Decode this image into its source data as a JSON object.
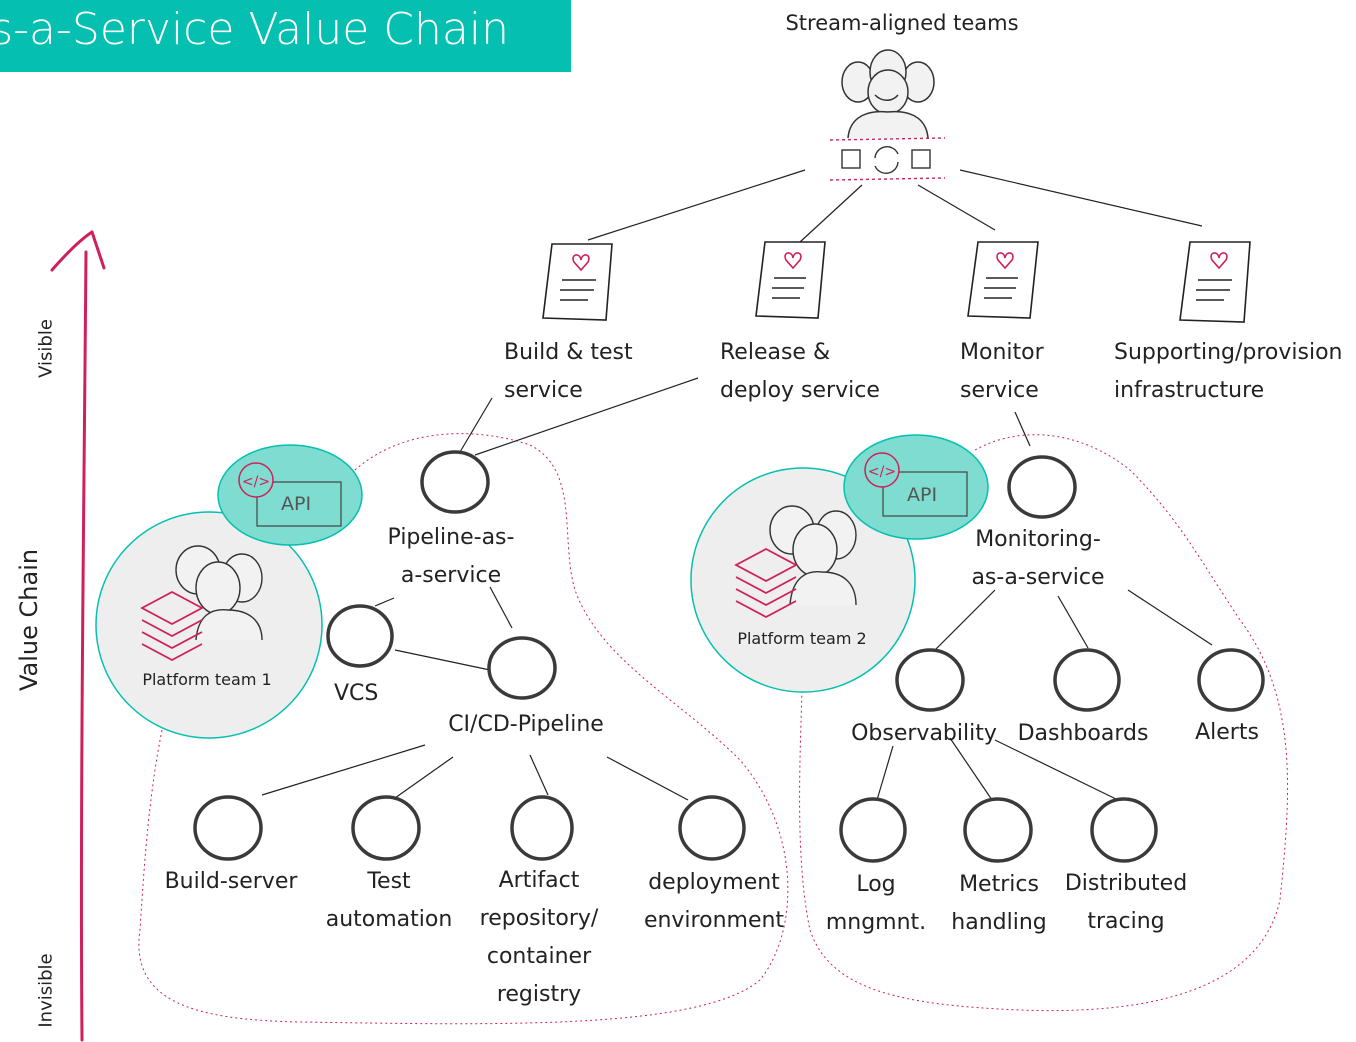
{
  "title": "s-a-Service Value Chain",
  "axis": {
    "label": "Value Chain",
    "top_label": "Visible",
    "bottom_label": "Invisible"
  },
  "top": {
    "teams_label": "Stream-aligned teams"
  },
  "services": [
    {
      "line1": "Build & test",
      "line2": "service"
    },
    {
      "line1": "Release &",
      "line2": "deploy service"
    },
    {
      "line1": "Monitor",
      "line2": "service"
    },
    {
      "line1": "Supporting/provision",
      "line2": "infrastructure"
    }
  ],
  "platform1": {
    "team_label": "Platform team 1",
    "api_label": "API",
    "root": {
      "line1": "Pipeline-as-",
      "line2": "a-service"
    },
    "vcs": "VCS",
    "cicd": "CI/CD-Pipeline",
    "leaves": [
      {
        "lines": [
          "Build-server"
        ]
      },
      {
        "lines": [
          "Test",
          "automation"
        ]
      },
      {
        "lines": [
          "Artifact",
          "repository/",
          "container",
          "registry"
        ]
      },
      {
        "lines": [
          "deployment",
          "environment"
        ]
      }
    ]
  },
  "platform2": {
    "team_label": "Platform team 2",
    "api_label": "API",
    "root": {
      "line1": "Monitoring-",
      "line2": "as-a-service"
    },
    "children": [
      "Observability",
      "Dashboards",
      "Alerts"
    ],
    "leaves": [
      {
        "lines": [
          "Log",
          "mngmnt."
        ]
      },
      {
        "lines": [
          "Metrics",
          "handling"
        ]
      },
      {
        "lines": [
          "Distributed",
          "tracing"
        ]
      }
    ]
  },
  "colors": {
    "accent": "#05c0b0",
    "magenta": "#d0205a",
    "node_stroke": "#3a3a3a",
    "team_fill": "#eeeeee",
    "api_fill": "#7fdcd0"
  }
}
